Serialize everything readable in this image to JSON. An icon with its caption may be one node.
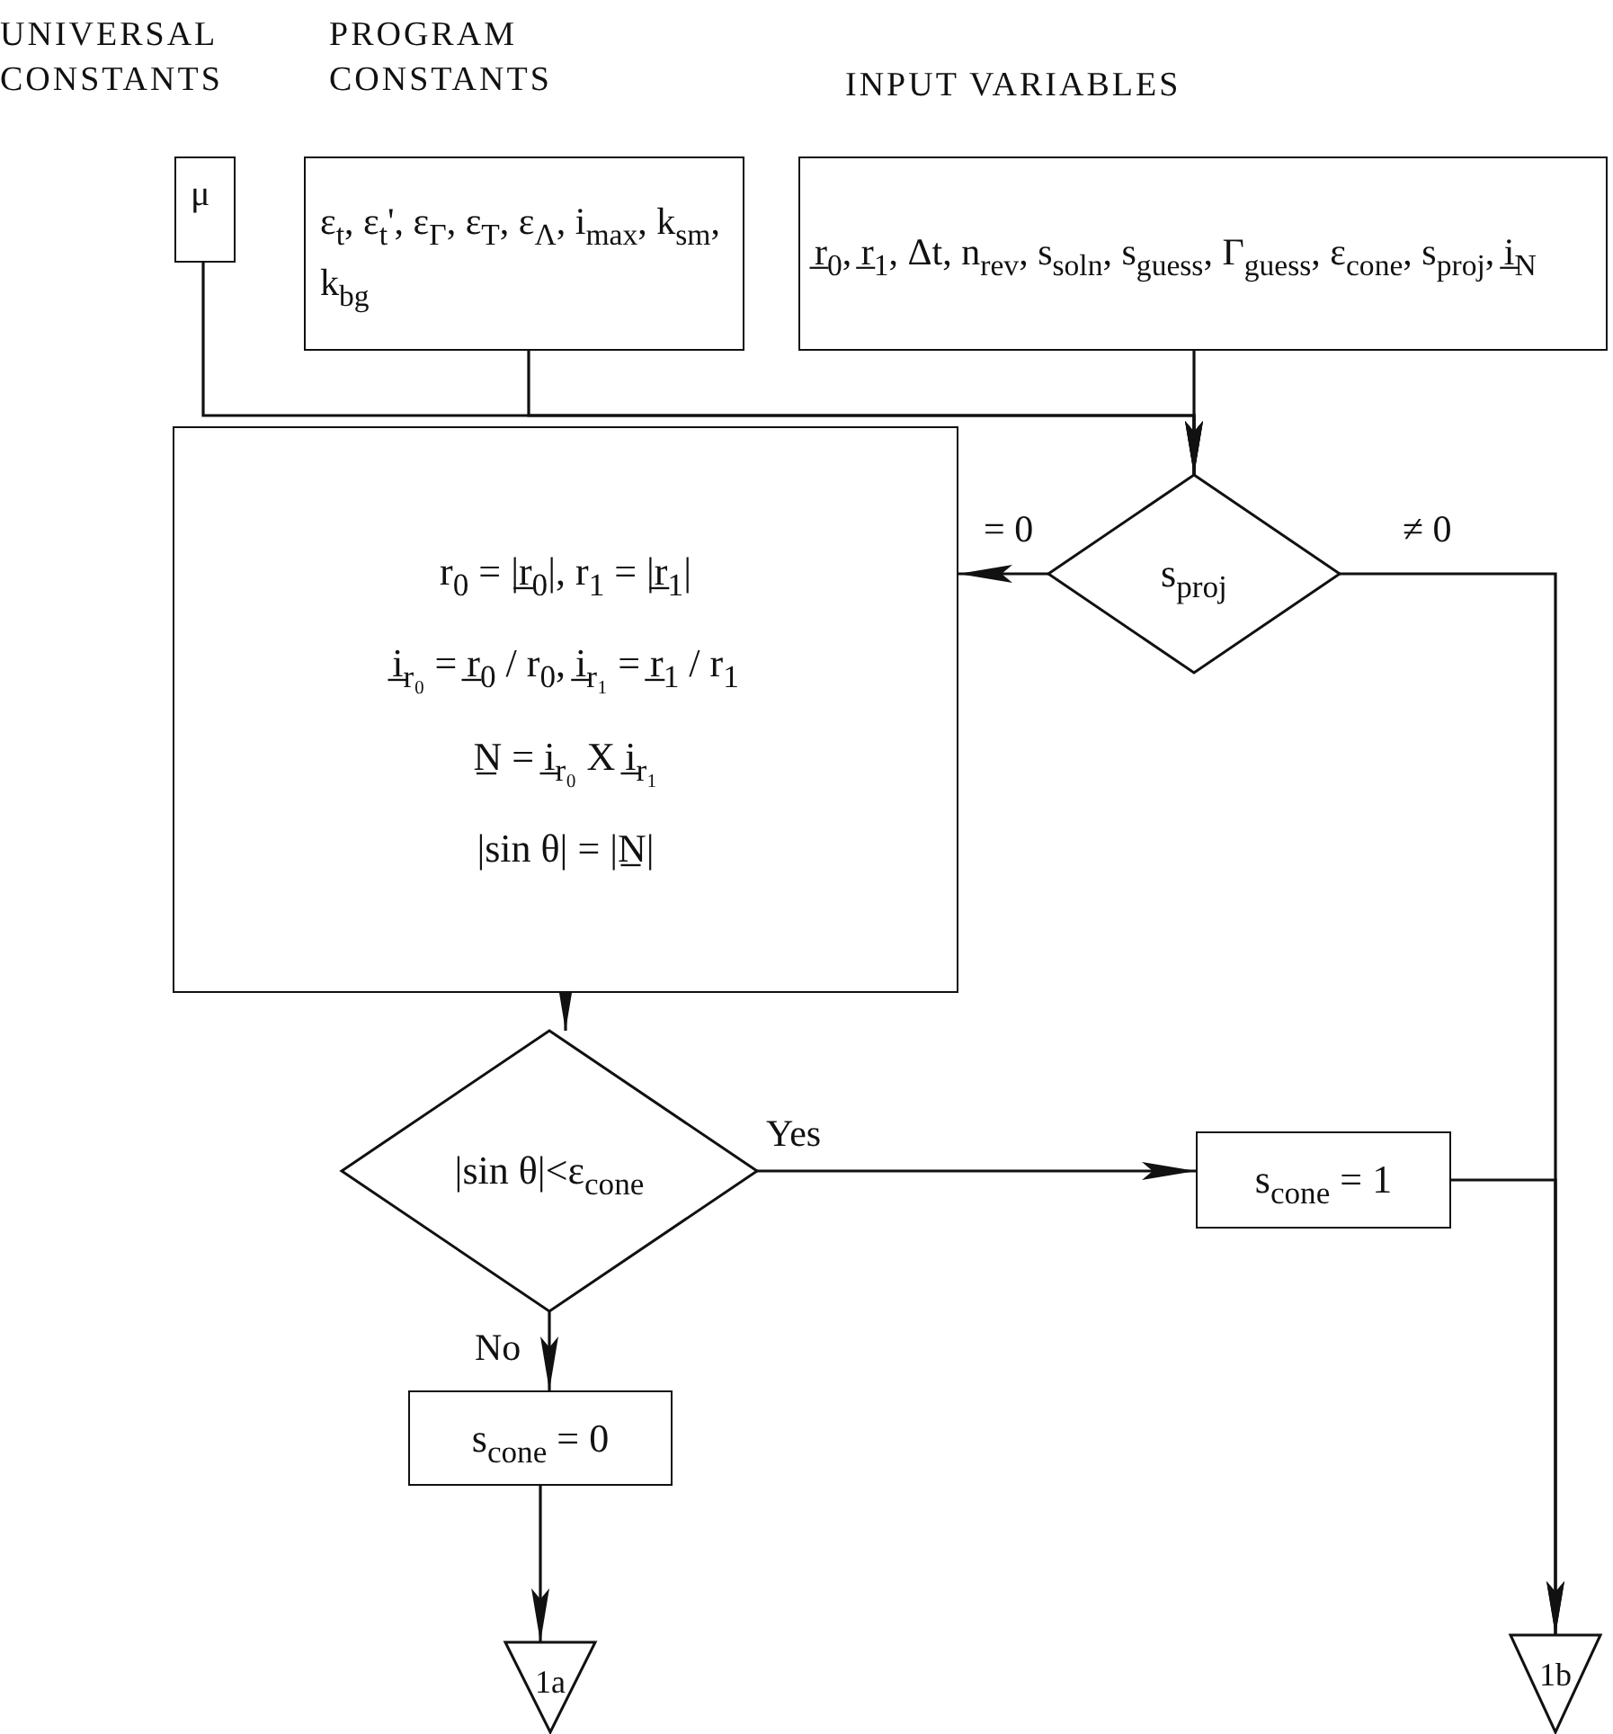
{
  "diagram": {
    "nodes": [
      {
        "text": [
          "μ"
        ]
      },
      {
        "text": [
          "ε$_{t}$, ε$_{t}$', ε$_{Γ}$, ε$_{T}$, ε$_{Λ}$, i$_{max}$, k$_{sm}$, k$_{bg}$"
        ]
      },
      {
        "text": [
          "r̲$_{0}$, r̲$_{1}$, Δt, n$_{rev}$, s$_{soln}$, s$_{guess}$, Γ$_{guess}$, ε$_{cone}$, s$_{proj}$, i̲$_{N}$"
        ]
      },
      {
        "text": [
          "r$_{0}$ = |r̲$_{0}$|, r$_{1}$ = |r̲$_{1}$|",
          "i̲$_{r₀}$ = r̲$_{0}$ / r$_{0}$, i̲$_{r₁}$ = r̲$_{1}$ / r$_{1}$",
          "N̲ = i̲$_{r₀}$ X i̲$_{r₁}$",
          "|sin θ| = |N̲|"
        ]
      },
      {
        "text": [
          "s$_{proj}$"
        ]
      },
      {
        "text": [
          "|sin θ|<ε$_{cone}$"
        ]
      },
      {
        "text": [
          "s$_{cone}$ = 1"
        ]
      },
      {
        "text": [
          "s$_{cone}$ = 0"
        ]
      },
      {
        "text": [
          "1a"
        ]
      },
      {
        "text": [
          "1b"
        ]
      }
    ],
    "edges": [
      {
        "from": 0,
        "to": 4,
        "arrow": "to"
      },
      {
        "from": 1,
        "to": 4,
        "arrow": "to"
      },
      {
        "from": 2,
        "to": 4,
        "arrow": "to"
      },
      {
        "from": 4,
        "to": 3,
        "arrow": "to",
        "label": "= 0"
      },
      {
        "from": 4,
        "to": 9,
        "arrow": "to",
        "label": "≠ 0"
      },
      {
        "from": 3,
        "to": 5,
        "arrow": "to"
      },
      {
        "from": 5,
        "to": 6,
        "arrow": "to",
        "label": "Yes"
      },
      {
        "from": 5,
        "to": 7,
        "arrow": "to",
        "label": "No"
      },
      {
        "from": 7,
        "to": 8,
        "arrow": "to"
      },
      {
        "from": 6,
        "to": 9,
        "arrow": "to"
      }
    ],
    "labels": [
      "UNIVERSAL CONSTANTS",
      "PROGRAM CONSTANTS",
      "INPUT VARIABLES"
    ]
  }
}
